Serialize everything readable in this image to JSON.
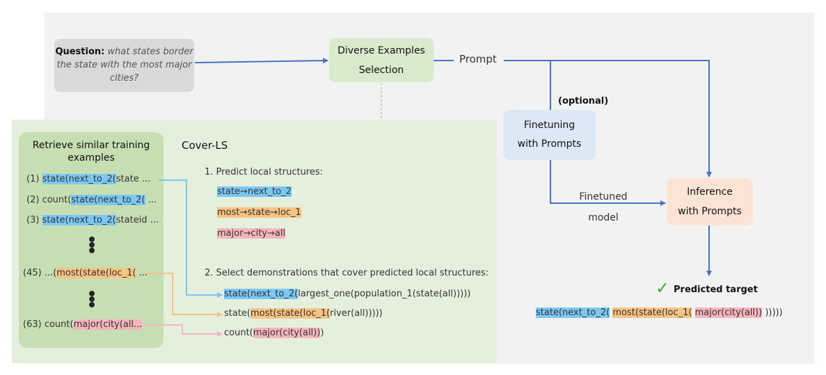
{
  "question": {
    "label": "Question:",
    "text": "what states border the state with the most major cities?"
  },
  "diverse_box": {
    "line1": "Diverse Examples",
    "line2": "Selection"
  },
  "prompt_label": "Prompt",
  "optional_label": "(optional)",
  "finetune_box": {
    "line1": "Finetuning",
    "line2": "with Prompts"
  },
  "finetuned_label": {
    "line1": "Finetuned",
    "line2": "model"
  },
  "inference_box": {
    "line1": "Inference",
    "line2": "with Prompts"
  },
  "predicted_target": {
    "check": "✓",
    "label": "Predicted target",
    "code": {
      "p1": "state(next_to_2(",
      "p2": "most(state(loc_1(",
      "p3": "major(city(all))",
      "tail": " )))))"
    }
  },
  "retrieve": {
    "title": "Retrieve similar training examples",
    "ex1": {
      "num": "(1)",
      "hl": "state(next_to_2(",
      "rest": "state ..."
    },
    "ex2": {
      "num": "(2)",
      "pre": "count(",
      "hl": "state(next_to_2(",
      "rest": " ..."
    },
    "ex3": {
      "num": "(3)",
      "hl": "state(next_to_2(",
      "rest": "stateid ..."
    },
    "ex45": {
      "num": "(45)",
      "pre": "...(",
      "hl": "most(state(loc_1(",
      "rest": " ..."
    },
    "ex63": {
      "num": "(63)",
      "pre": "count(",
      "hl": "major(city(all..."
    }
  },
  "cover": {
    "title": "Cover-LS",
    "step1": "1. Predict local structures:",
    "ls1": "state→next_to_2",
    "ls2": "most→state→loc_1",
    "ls3": "major→city→all",
    "step2": "2. Select demonstrations that cover predicted local structures:",
    "demo1": {
      "hl": "state(next_to_2(",
      "rest": "largest_one(population_1(state(all)))))"
    },
    "demo2": {
      "pre": "state(",
      "hl": "most(state(loc_1(",
      "rest": "river(all)))))"
    },
    "demo3": {
      "pre": "count(",
      "hl": "major(city(all))",
      "rest": ")"
    }
  },
  "colors": {
    "blue_arrow": "#4472c4",
    "blue_hl": "#7cc8f5",
    "orange_hl": "#f9c383",
    "pink_hl": "#f7b5bd",
    "check": "#3aa83a"
  }
}
